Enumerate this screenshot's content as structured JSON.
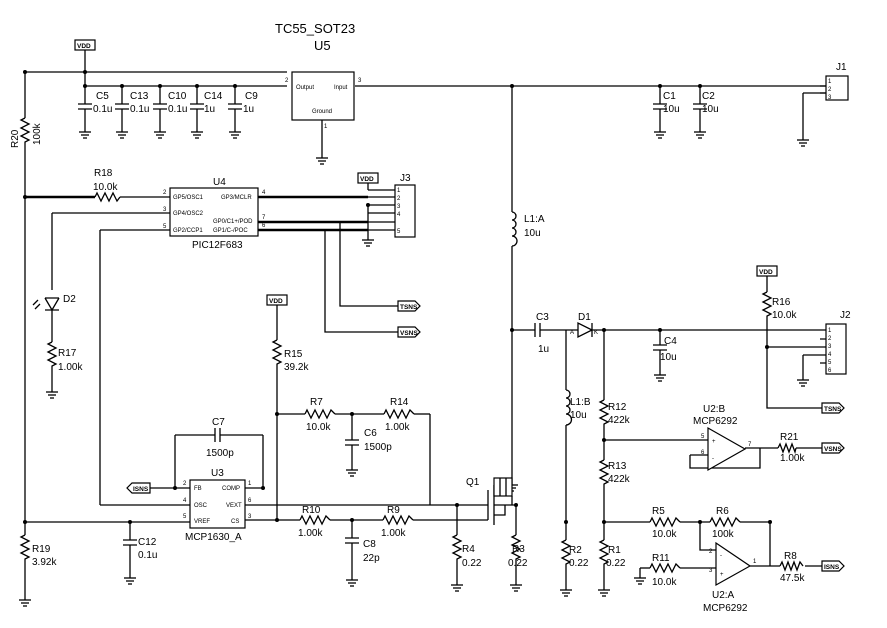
{
  "u5": {
    "name": "TC55_SOT23",
    "ref": "U5",
    "pin_output": "Output",
    "pin_input": "Input",
    "pin_ground": "Ground",
    "pin2": "2",
    "pin3": "3",
    "pin1": "1"
  },
  "u4": {
    "ref": "U4",
    "part": "PIC12F683",
    "gp5": "GP5/OSC1",
    "gp4": "GP4/OSC2",
    "gp2": "GP2/CCP1",
    "gp3": "GP3/MCLR",
    "gp0": "GP0/C1+/POD",
    "gp1": "GP1/C-/POC",
    "pin2": "2",
    "pin3": "3",
    "pin5": "5",
    "pin4": "4",
    "pin7": "7",
    "pin6": "6"
  },
  "u3": {
    "ref": "U3",
    "part": "MCP1630_A",
    "fb": "FB",
    "osc": "OSC",
    "vref": "VREF",
    "comp": "COMP",
    "vext": "VEXT",
    "cs": "CS",
    "pin2": "2",
    "pin4": "4",
    "pin5": "5",
    "pin1": "1",
    "pin6": "6",
    "pin3": "3"
  },
  "u2b": {
    "ref": "U2:B",
    "part": "MCP6292",
    "plus": "+",
    "minus": "-",
    "pin5": "5",
    "pin6": "6",
    "pin7": "7"
  },
  "u2a": {
    "ref": "U2:A",
    "part": "MCP6292",
    "plus": "+",
    "minus": "-",
    "pin2": "2",
    "pin3": "3",
    "pin1": "1"
  },
  "caps": {
    "c5": {
      "ref": "C5",
      "val": "0.1u"
    },
    "c13": {
      "ref": "C13",
      "val": "0.1u"
    },
    "c10": {
      "ref": "C10",
      "val": "0.1u"
    },
    "c14": {
      "ref": "C14",
      "val": "1u"
    },
    "c9": {
      "ref": "C9",
      "val": "1u"
    },
    "c1": {
      "ref": "C1",
      "val": "10u"
    },
    "c2": {
      "ref": "C2",
      "val": "10u"
    },
    "c7": {
      "ref": "C7",
      "val": "1500p"
    },
    "c6": {
      "ref": "C6",
      "val": "1500p"
    },
    "c3": {
      "ref": "C3",
      "val": "1u"
    },
    "c4": {
      "ref": "C4",
      "val": "10u"
    },
    "c12": {
      "ref": "C12",
      "val": "0.1u"
    },
    "c8": {
      "ref": "C8",
      "val": "22p"
    }
  },
  "resistors": {
    "r20": {
      "ref": "R20",
      "val": "100k"
    },
    "r18": {
      "ref": "R18",
      "val": "10.0k"
    },
    "r17": {
      "ref": "R17",
      "val": "1.00k"
    },
    "r15": {
      "ref": "R15",
      "val": "39.2k"
    },
    "r7": {
      "ref": "R7",
      "val": "10.0k"
    },
    "r14": {
      "ref": "R14",
      "val": "1.00k"
    },
    "r16": {
      "ref": "R16",
      "val": "10.0k"
    },
    "r12": {
      "ref": "R12",
      "val": "422k"
    },
    "r13": {
      "ref": "R13",
      "val": "422k"
    },
    "r21": {
      "ref": "R21",
      "val": "1.00k"
    },
    "r5": {
      "ref": "R5",
      "val": "10.0k"
    },
    "r6": {
      "ref": "R6",
      "val": "100k"
    },
    "r11": {
      "ref": "R11",
      "val": "10.0k"
    },
    "r8": {
      "ref": "R8",
      "val": "47.5k"
    },
    "r10": {
      "ref": "R10",
      "val": "1.00k"
    },
    "r9": {
      "ref": "R9",
      "val": "1.00k"
    },
    "r4": {
      "ref": "R4",
      "val": "0.22"
    },
    "r3": {
      "ref": "R3",
      "val": "0.22"
    },
    "r2": {
      "ref": "R2",
      "val": "0.22"
    },
    "r1": {
      "ref": "R1",
      "val": "0.22"
    },
    "r19": {
      "ref": "R19",
      "val": "3.92k"
    }
  },
  "inductors": {
    "l1a": {
      "ref": "L1:A",
      "val": "10u"
    },
    "l1b": {
      "ref": "L1:B",
      "val": "10u"
    }
  },
  "diodes": {
    "d1": {
      "ref": "D1",
      "a": "A",
      "k": "K"
    },
    "d2": {
      "ref": "D2"
    }
  },
  "q1": {
    "ref": "Q1"
  },
  "connectors": {
    "j1": {
      "ref": "J1",
      "pins": [
        "1",
        "2",
        "3"
      ]
    },
    "j2": {
      "ref": "J2",
      "pins": [
        "1",
        "2",
        "3",
        "4",
        "5",
        "6"
      ]
    },
    "j3": {
      "ref": "J3",
      "pins": [
        "1",
        "2",
        "3",
        "4",
        "5"
      ]
    }
  },
  "labels": {
    "vdd": "VDD",
    "tsns": "TSNS",
    "vsns": "VSNS",
    "isns": "ISNS"
  }
}
